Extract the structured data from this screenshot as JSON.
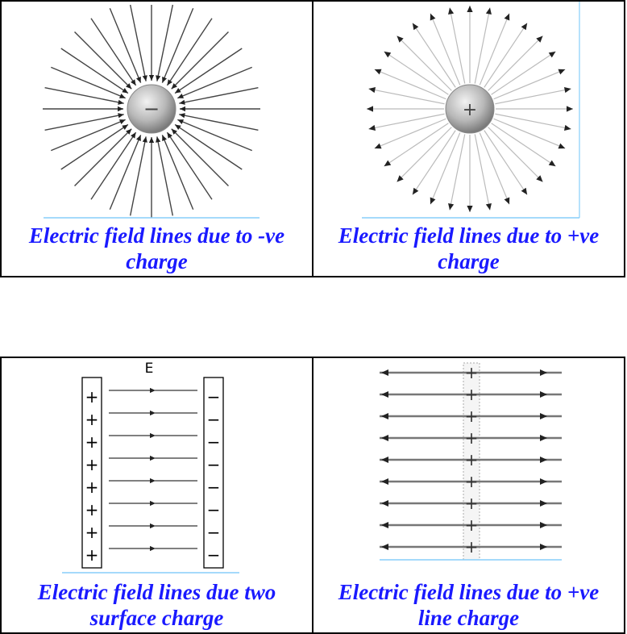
{
  "panels": [
    {
      "id": "neg",
      "charge_symbol": "−",
      "caption_line1": "Electric field lines due to -ve",
      "caption_line2": "charge"
    },
    {
      "id": "pos",
      "charge_symbol": "+",
      "caption_line1": "Electric field lines due to +ve",
      "caption_line2": "charge"
    },
    {
      "id": "plates",
      "field_label": "E",
      "plate_left_symbol": "+",
      "plate_right_symbol": "−",
      "plate_symbol_count": 8,
      "caption_line1": "Electric field lines due two",
      "caption_line2": "surface charge"
    },
    {
      "id": "line",
      "charge_symbol": "+",
      "charge_count": 9,
      "caption_line1": "Electric field lines due to +ve",
      "caption_line2": "line charge"
    }
  ],
  "colors": {
    "caption": "#1a1aff",
    "field_line": "#444444",
    "baseline": "#87cefa"
  }
}
